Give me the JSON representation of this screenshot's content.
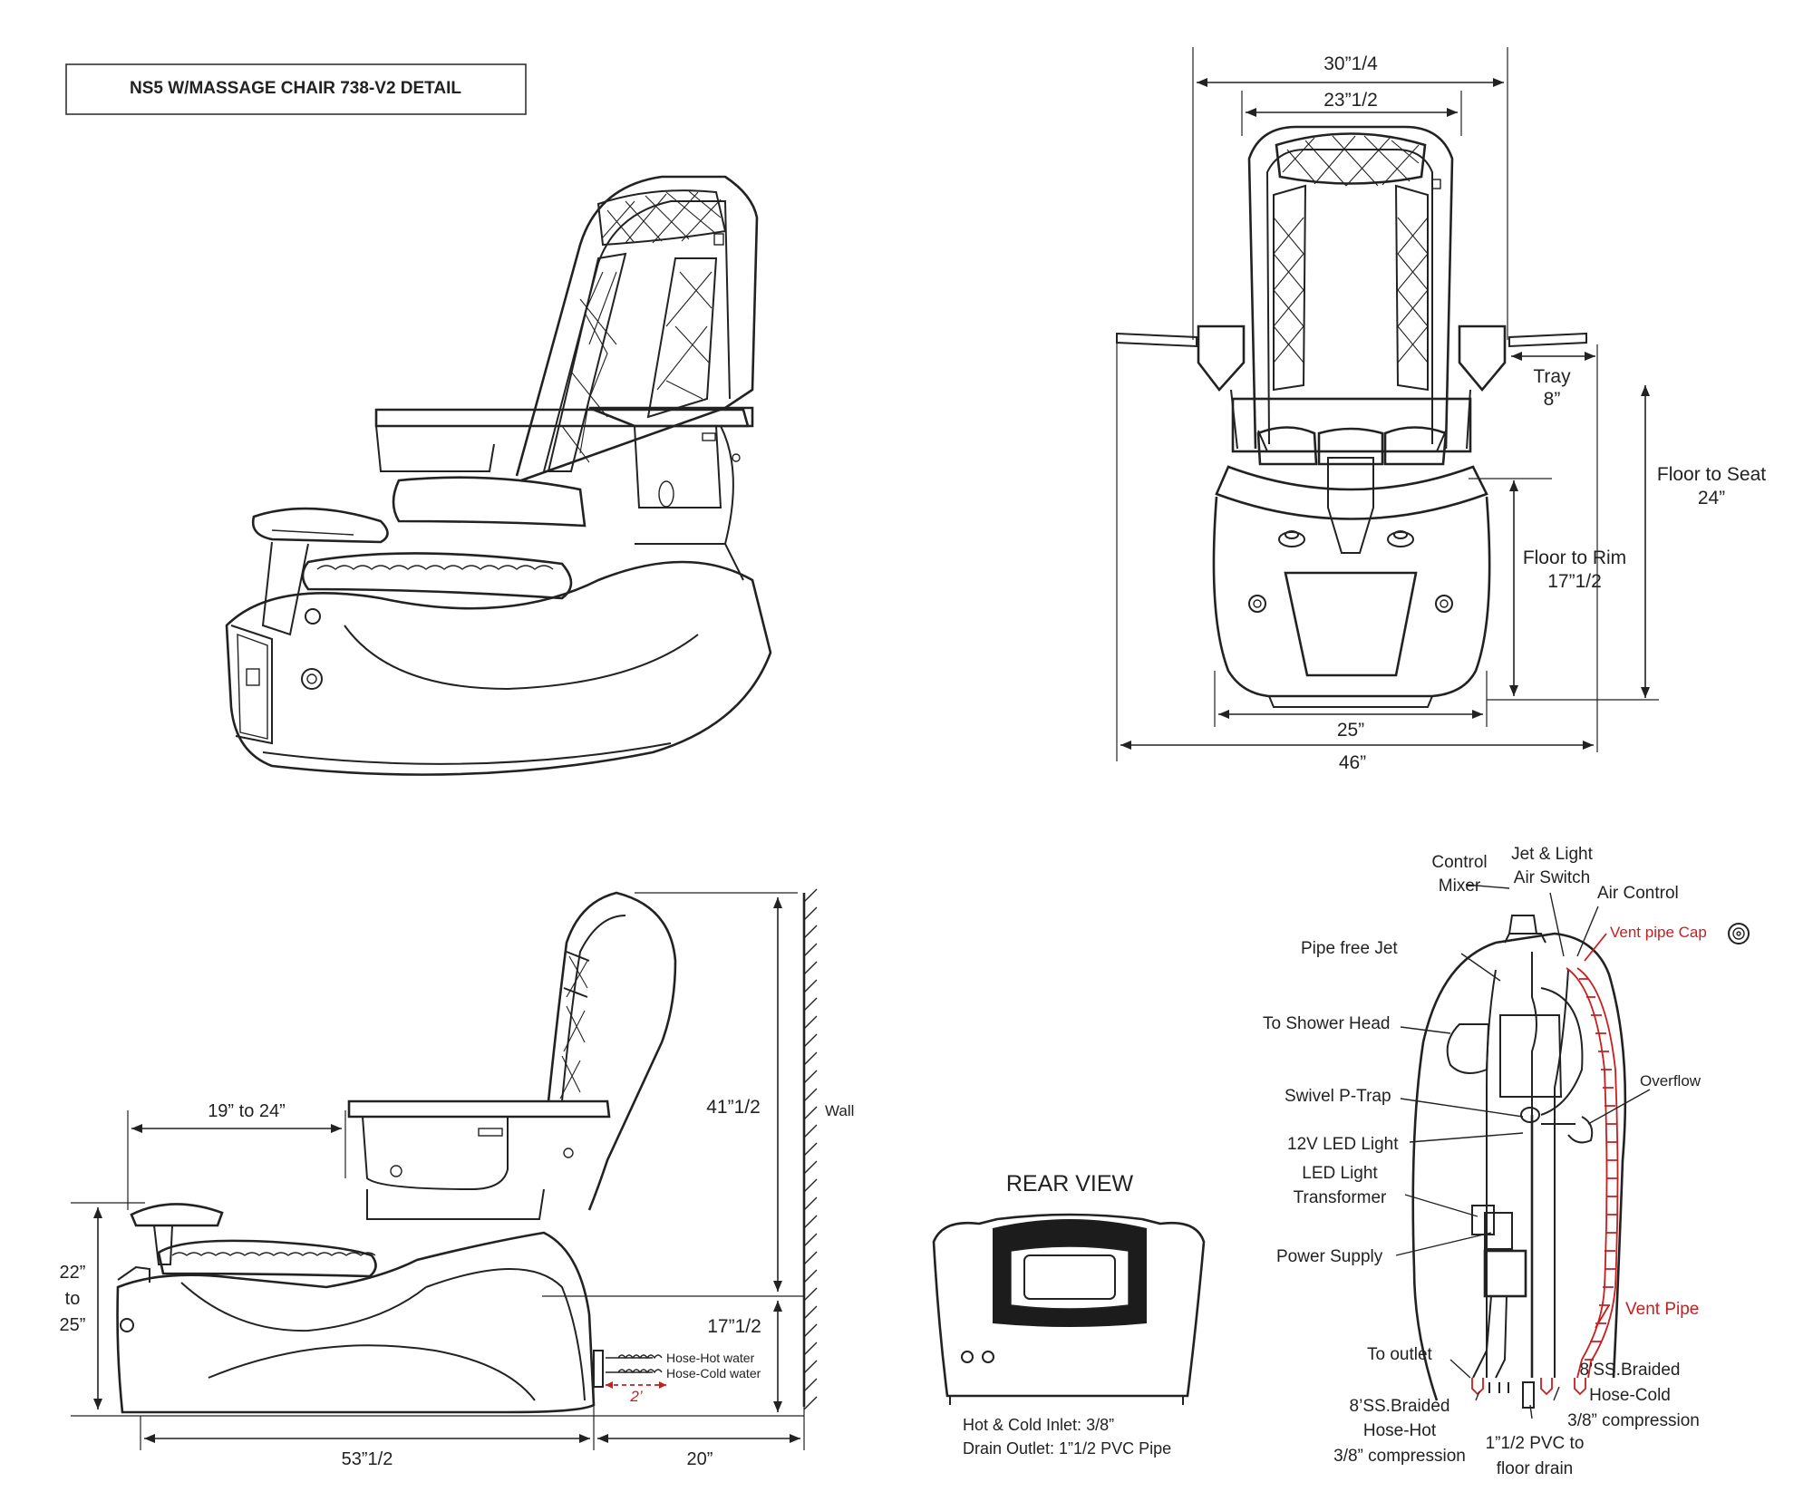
{
  "title": "NS5 W/MASSAGE CHAIR 738-V2 DETAIL",
  "front_view": {
    "dim_outer_width": "30”1/4",
    "dim_inner_width": "23”1/2",
    "tray_label": "Tray",
    "tray_value": "8”",
    "floor_to_seat_label": "Floor to Seat",
    "floor_to_seat_value": "24”",
    "floor_to_rim_label": "Floor to Rim",
    "floor_to_rim_value": "17”1/2",
    "dim_base_width": "25”",
    "dim_total_width": "46”"
  },
  "side_view": {
    "footrest_range": "19” to 24”",
    "height_total": "41”1/2",
    "wall_label": "Wall",
    "height_rim": "17”1/2",
    "footrest_height": [
      "22”",
      "to",
      "25”"
    ],
    "hose_hot": "Hose-Hot water",
    "hose_cold": "Hose-Cold water",
    "hose_length": "2’",
    "depth": "53”1/2",
    "wall_clearance": "20”"
  },
  "rear_view": {
    "title": "REAR VIEW",
    "note_inlet": "Hot & Cold Inlet: 3/8”",
    "note_drain": "Drain Outlet: 1”1/2 PVC Pipe"
  },
  "plumbing": {
    "control_mixer": [
      "Control",
      "Mixer"
    ],
    "jet_light_switch": [
      "Jet & Light",
      "Air Switch"
    ],
    "air_control": "Air Control",
    "vent_pipe_cap": "Vent pipe Cap",
    "pipe_free_jet": "Pipe free Jet",
    "shower_head": "To Shower Head",
    "overflow": "Overflow",
    "p_trap": "Swivel P-Trap",
    "led_light": "12V LED Light",
    "led_transformer": [
      "LED Light",
      "Transformer"
    ],
    "power_supply": "Power Supply",
    "vent_pipe": "Vent Pipe",
    "to_outlet": "To outlet",
    "hose_cold": [
      "8’SS.Braided",
      "Hose-Cold",
      "3/8” compression"
    ],
    "hose_hot": [
      "8’SS.Braided",
      "Hose-Hot",
      "3/8” compression"
    ],
    "pvc_drain": [
      "1”1/2 PVC to",
      "floor drain"
    ]
  },
  "colors": {
    "line": "#222222",
    "accent": "#c81e1e"
  }
}
